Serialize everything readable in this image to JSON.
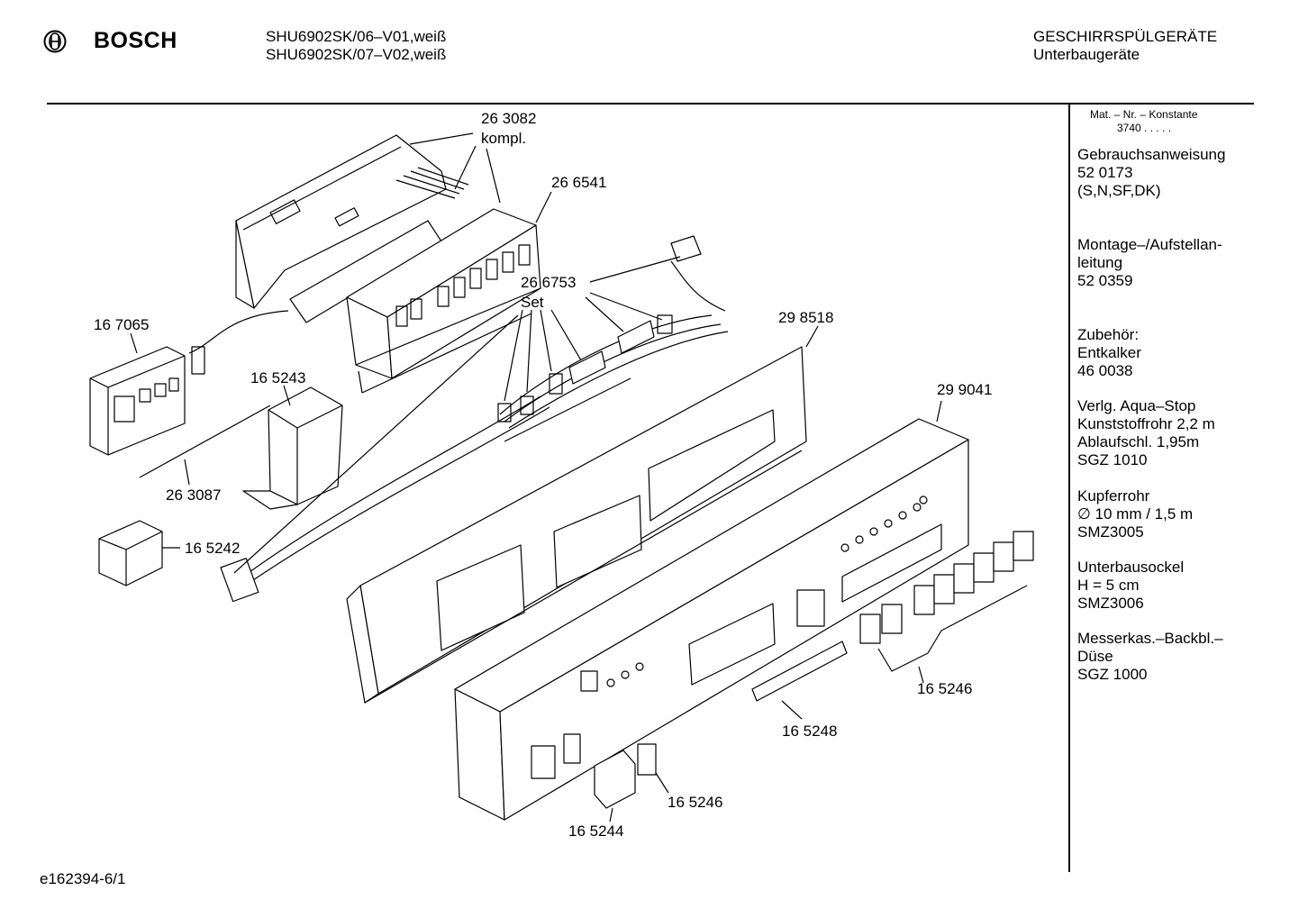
{
  "header": {
    "brand": "BOSCH",
    "models": [
      "SHU6902SK/06–V01,weiß",
      "SHU6902SK/07–V02,weiß"
    ],
    "category": "GESCHIRRSPÜLGERÄTE",
    "subcategory": "Unterbaugeräte"
  },
  "sidebar": {
    "mat_label": "Mat. – Nr. – Konstante",
    "mat_value": "3740  .  .   .  .  .",
    "blocks": [
      [
        "Gebrauchsanweisung",
        "52 0173",
        "(S,N,SF,DK)"
      ],
      [
        "Montage–/Aufstellan-",
        "leitung",
        "52 0359"
      ],
      [
        "Zubehör:",
        "Entkalker",
        "46 0038"
      ],
      [
        "Verlg. Aqua–Stop",
        "Kunststoffrohr 2,2 m",
        "Ablaufschl. 1,95m",
        "SGZ 1010"
      ],
      [
        "Kupferrohr",
        "∅ 10 mm / 1,5 m",
        "SMZ3005"
      ],
      [
        "Unterbausockel",
        "H = 5 cm",
        "SMZ3006"
      ],
      [
        "Messerkas.–Backbl.–",
        "Düse",
        "SGZ 1000"
      ]
    ]
  },
  "parts": {
    "p263082": "26 3082",
    "kompl": "kompl.",
    "p266541": "26 6541",
    "p266753": "26 6753",
    "set": "Set",
    "p167065": "16 7065",
    "p165243": "16 5243",
    "p263087": "26 3087",
    "p165242": "16 5242",
    "p298518": "29 8518",
    "p299041": "29 9041",
    "p165246a": "16 5246",
    "p165248": "16 5248",
    "p165246b": "16 5246",
    "p165244": "16 5244"
  },
  "footer": {
    "code": "e162394-6/1"
  }
}
